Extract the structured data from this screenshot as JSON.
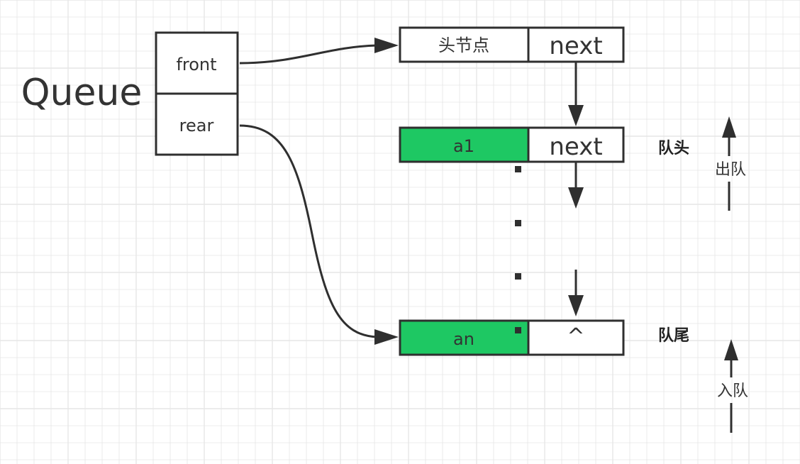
{
  "colors": {
    "grid": "#e6e6e6",
    "stroke": "#2f2f2f",
    "node_fill": "#1ec863",
    "text": "#333333"
  },
  "queue": {
    "title": "Queue",
    "front_label": "front",
    "rear_label": "rear"
  },
  "nodes": {
    "head": {
      "data_label": "头节点",
      "next_label": "next"
    },
    "first": {
      "data_label": "a1",
      "next_label": "next"
    },
    "last": {
      "data_label": "an",
      "next_label": "^"
    }
  },
  "annotations": {
    "queue_head": "队头",
    "queue_tail": "队尾",
    "dequeue": "出队",
    "enqueue": "入队"
  }
}
